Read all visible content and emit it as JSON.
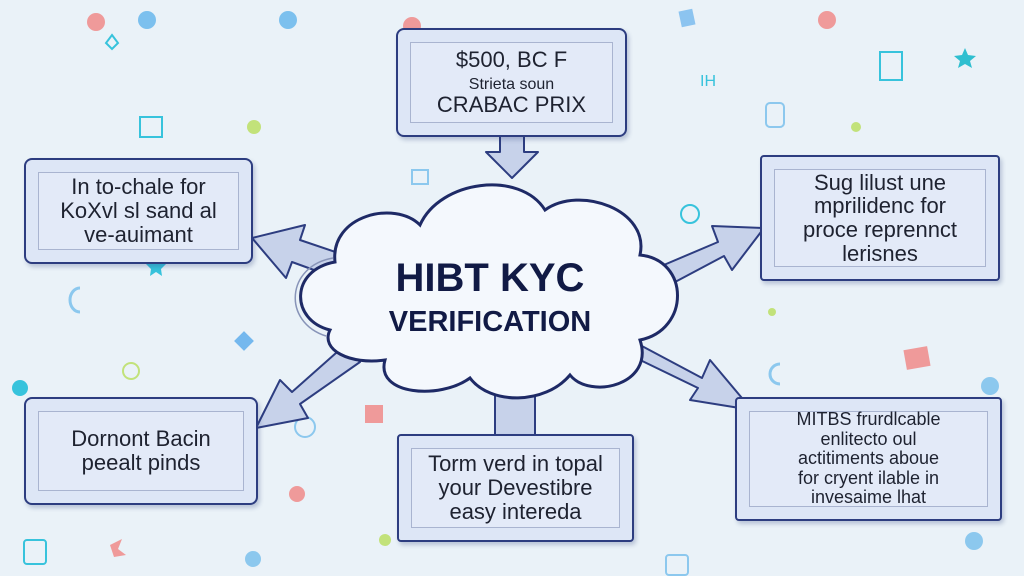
{
  "center": {
    "title": "HIBT KYC",
    "subtitle": "VERIFICATION"
  },
  "boxes": {
    "top": {
      "lines": [
        "$500, BC F",
        "Strieta soun",
        "CRABAC PRIX"
      ]
    },
    "left_top": {
      "lines": [
        "In to-chale for",
        "KoXvl sl sand al",
        "ve-auimant"
      ]
    },
    "right_top": {
      "lines": [
        "Sug lilust une",
        "mprilidenc for",
        "proce reprennct",
        "lerisnes"
      ]
    },
    "left_bottom": {
      "lines": [
        "Dornont Bacin",
        "peealt pinds"
      ]
    },
    "bottom": {
      "lines": [
        "Torm verd in topal",
        "your Devestibre",
        "easy intereda"
      ]
    },
    "right_bottom": {
      "lines": [
        "MITBS frurdlcable",
        "enlitecto oul",
        "actitiments aboue",
        "for cryent ilable in",
        "invesaime lhat"
      ]
    }
  },
  "decor_text": "IH",
  "colors": {
    "background": "#eaf2f8",
    "box_fill": "#dde6f6",
    "box_border": "#2d3d80",
    "title": "#111a45",
    "icon_cyan": "#37c3dc",
    "icon_blue": "#74b8ee",
    "icon_red": "#ef8f8f",
    "icon_green": "#bfe36a"
  }
}
